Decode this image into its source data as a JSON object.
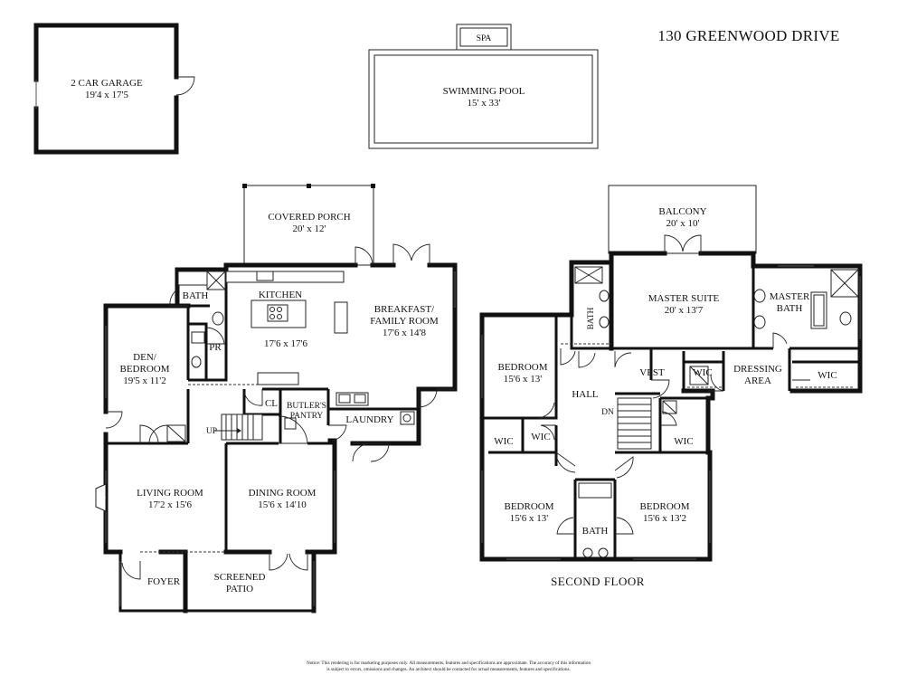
{
  "title": "130 GREENWOOD DRIVE",
  "second_floor_label": "SECOND FLOOR",
  "notice": {
    "line1": "Notice: This rendering is for marketing purposes only. All measurements, features and specifications are approximate. The accuracy of this information",
    "line2": "is subject to errors, omissions and changes. An architect should be contacted for actual measurements, features and specifications."
  },
  "outbuildings": {
    "garage": {
      "name": "2 CAR GARAGE",
      "dims": "19'4 x 17'5"
    },
    "spa": {
      "name": "SPA"
    },
    "pool": {
      "name": "SWIMMING POOL",
      "dims": "15' x 33'"
    }
  },
  "first_floor": {
    "covered_porch": {
      "name": "COVERED PORCH",
      "dims": "20' x 12'"
    },
    "kitchen": {
      "name": "KITCHEN",
      "dims": "17'6 x 17'6"
    },
    "breakfast": {
      "name1": "BREAKFAST/",
      "name2": "FAMILY ROOM",
      "dims": "17'6 x 14'8"
    },
    "bath": {
      "name": "BATH"
    },
    "pr": {
      "name": "PR"
    },
    "den": {
      "name1": "DEN/",
      "name2": "BEDROOM",
      "dims": "19'5 x 11'2"
    },
    "cl": {
      "name": "CL"
    },
    "butlers": {
      "name1": "BUTLER'S",
      "name2": "PANTRY"
    },
    "laundry": {
      "name": "LAUNDRY"
    },
    "up": "UP",
    "living": {
      "name": "LIVING ROOM",
      "dims": "17'2 x 15'6"
    },
    "dining": {
      "name": "DINING ROOM",
      "dims": "15'6 x 14'10"
    },
    "foyer": {
      "name": "FOYER"
    },
    "patio": {
      "name1": "SCREENED",
      "name2": "PATIO"
    }
  },
  "second_floor": {
    "balcony": {
      "name": "BALCONY",
      "dims": "20' x 10'"
    },
    "master_suite": {
      "name": "MASTER SUITE",
      "dims": "20' x 13'7"
    },
    "master_bath": {
      "name1": "MASTER",
      "name2": "BATH"
    },
    "bath_upper": {
      "name": "BATH"
    },
    "bedroom_nw": {
      "name": "BEDROOM",
      "dims": "15'6 x 13'"
    },
    "vest": {
      "name": "VEST"
    },
    "wic_a": {
      "name": "WIC"
    },
    "dressing": {
      "name1": "DRESSING",
      "name2": "AREA"
    },
    "wic_b": {
      "name": "WIC"
    },
    "hall": {
      "name": "HALL"
    },
    "dn": "DN",
    "wic_c": {
      "name": "WIC"
    },
    "wic_d": {
      "name": "WIC"
    },
    "wic_e": {
      "name": "WIC"
    },
    "bedroom_sw": {
      "name": "BEDROOM",
      "dims": "15'6 x 13'"
    },
    "bedroom_se": {
      "name": "BEDROOM",
      "dims": "15'6 x 13'2"
    },
    "bath_lower": {
      "name": "BATH"
    }
  }
}
